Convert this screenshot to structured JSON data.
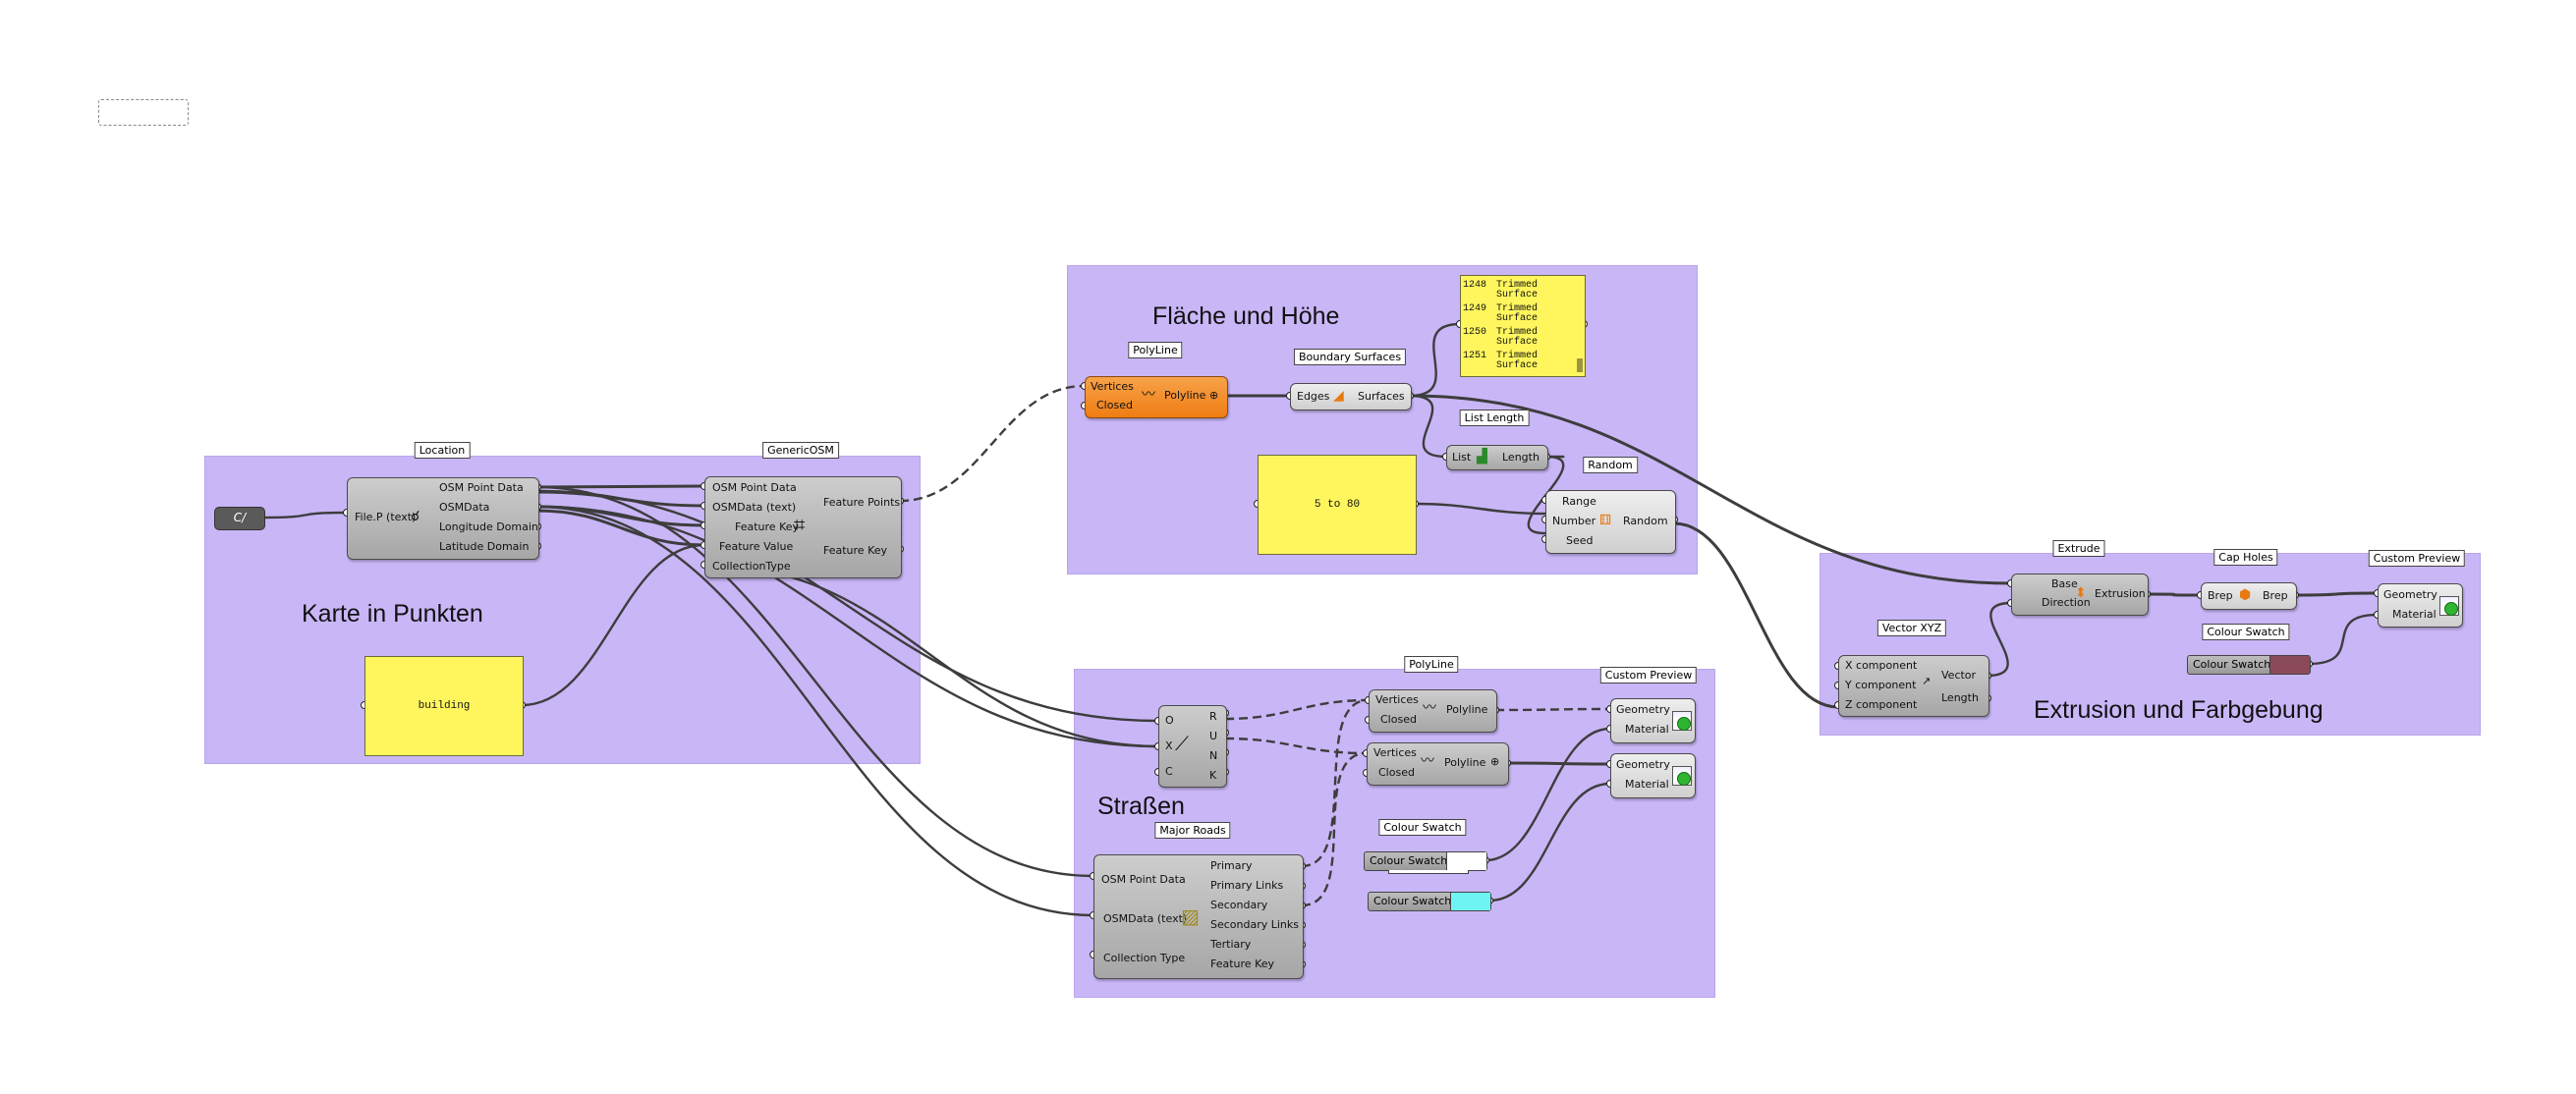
{
  "groups": {
    "karte": "Karte in Punkten",
    "flaeche": "Fläche und Höhe",
    "strassen": "Straßen",
    "extrusion": "Extrusion und Farbgebung"
  },
  "tags": {
    "location": "Location",
    "genericosm": "GenericOSM",
    "polyline_top": "PolyLine",
    "boundary": "Boundary Surfaces",
    "listlength": "List Length",
    "random": "Random",
    "extrude": "Extrude",
    "capholes": "Cap Holes",
    "custompreview_right": "Custom Preview",
    "vectorxyz": "Vector XYZ",
    "colourswatch_right": "Colour Swatch",
    "polyline_str": "PolyLine",
    "custompreview_str": "Custom Preview",
    "majorroads": "Major Roads",
    "colourswatch_str": "Colour Swatch"
  },
  "components": {
    "file_param": "C/",
    "location": {
      "input": "File.P (text)",
      "outputs": [
        "OSM Point Data",
        "OSMData",
        "Longitude Domain",
        "Latitude Domain"
      ]
    },
    "genericosm": {
      "inputs": [
        "OSM Point Data",
        "OSMData (text)",
        "Feature Key",
        "Feature Value",
        "CollectionType"
      ],
      "outputs": [
        "Feature Points",
        "Feature Key"
      ]
    },
    "panel_building": "building",
    "polyline_top": {
      "inputs": [
        "Vertices",
        "Closed"
      ],
      "output": "Polyline"
    },
    "boundary": {
      "input": "Edges",
      "output": "Surfaces"
    },
    "trimmed_panel": {
      "rows": [
        {
          "index": "1248",
          "l1": "Trimmed",
          "l2": "Surface"
        },
        {
          "index": "1249",
          "l1": "Trimmed",
          "l2": "Surface"
        },
        {
          "index": "1250",
          "l1": "Trimmed",
          "l2": "Surface"
        },
        {
          "index": "1251",
          "l1": "Trimmed",
          "l2": "Surface"
        }
      ]
    },
    "listlength": {
      "input": "List",
      "output": "Length"
    },
    "panel_range": "5 to 80",
    "random": {
      "inputs": [
        "Range",
        "Number",
        "Seed"
      ],
      "output": "Random"
    },
    "rnk": {
      "inputs": [
        "O",
        "X",
        "C"
      ],
      "outputs": [
        "R",
        "U",
        "N",
        "K"
      ]
    },
    "polyline_s1": {
      "inputs": [
        "Vertices",
        "Closed"
      ],
      "output": "Polyline"
    },
    "polyline_s2": {
      "inputs": [
        "Vertices",
        "Closed"
      ],
      "output": "Polyline"
    },
    "preview_s1": {
      "inputs": [
        "Geometry",
        "Material"
      ]
    },
    "preview_s2": {
      "inputs": [
        "Geometry",
        "Material"
      ]
    },
    "majorroads": {
      "inputs": [
        "OSM Point Data",
        "OSMData (text)",
        "Collection Type"
      ],
      "outputs": [
        "Primary",
        "Primary Links",
        "Secondary",
        "Secondary Links",
        "Tertiary",
        "Feature Key"
      ]
    },
    "swatch_s1": {
      "label": "Colour Swatch",
      "color": "#ffffff"
    },
    "swatch_s2": {
      "label": "Colour Swatch",
      "color": "#6ff4f4"
    },
    "extrude": {
      "inputs": [
        "Base",
        "Direction"
      ],
      "output": "Extrusion"
    },
    "capholes": {
      "input": "Brep",
      "output": "Brep"
    },
    "preview_right": {
      "inputs": [
        "Geometry",
        "Material"
      ]
    },
    "vectorxyz": {
      "inputs": [
        "X component",
        "Y component",
        "Z component"
      ],
      "outputs": [
        "Vector",
        "Length"
      ]
    },
    "swatch_right": {
      "label": "Colour Swatch",
      "color": "#8a4a5a"
    }
  },
  "colors": {
    "group_fill": "#c9b6f7",
    "panel_yellow": "#fff65e",
    "component_grey": "#b5b5b5",
    "component_orange": "#f08a24",
    "wire": "#3d3d3d"
  }
}
